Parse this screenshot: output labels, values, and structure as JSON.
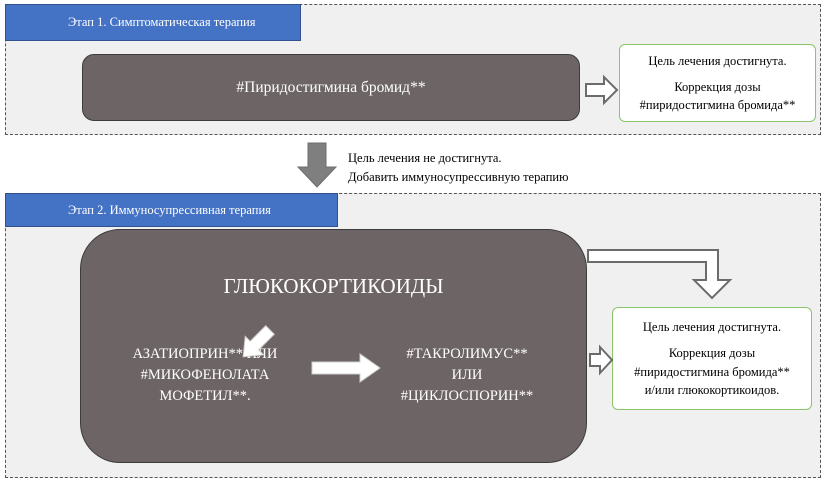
{
  "stage1": {
    "tag": "Этап 1. Симптоматическая терапия",
    "drug": "#Пиридостигмина бромид**",
    "goal": {
      "line1": "Цель лечения достигнута.",
      "line2": "Коррекция дозы",
      "line3": "#пиридостигмина бромида**"
    }
  },
  "transition": {
    "line1": "Цель лечения не достигнута.",
    "line2": "Добавить иммуносупрессивную терапию"
  },
  "stage2": {
    "tag": "Этап 2. Иммуносупрессивная терапия",
    "main": "ГЛЮКОКОРТИКОИДЫ",
    "left_drug": {
      "line1": "АЗАТИОПРИН** ИЛИ",
      "line2": "#МИКОФЕНОЛАТА",
      "line3": "МОФЕТИЛ**."
    },
    "right_drug": {
      "line1": "#ТАКРОЛИМУС**",
      "line2": "ИЛИ",
      "line3": "#ЦИКЛОСПОРИН**"
    },
    "goal": {
      "line1": "Цель лечения достигнута.",
      "line2": "Коррекция дозы",
      "line3": "#пиридостигмина бромида**",
      "line4": "и/или глюкокортикоидов."
    }
  },
  "colors": {
    "stage_tag": "#4472c4",
    "dark_box": "#6d6565",
    "goal_border": "#8cc46a",
    "down_arrow": "#7f7f7f"
  }
}
